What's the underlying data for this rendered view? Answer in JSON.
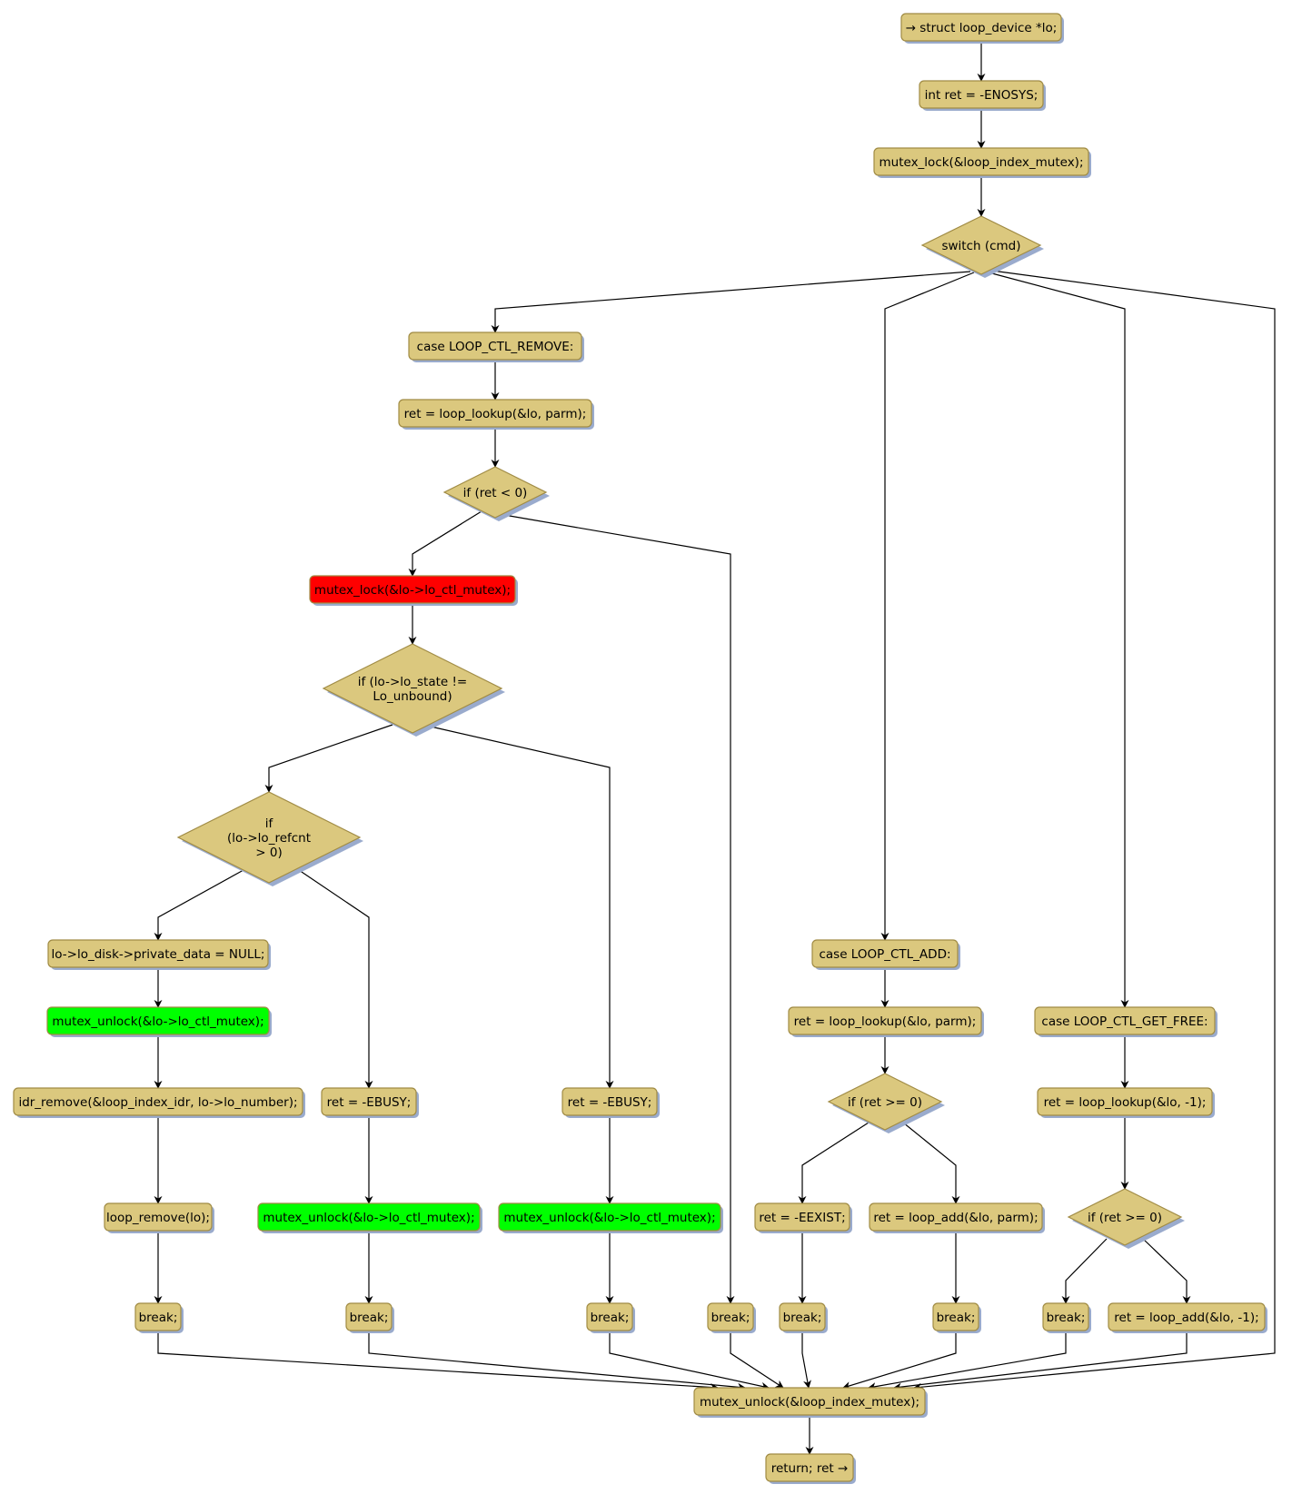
{
  "diagram": {
    "colors": {
      "fill": "#dbc87e",
      "stroke": "#a08b44",
      "shadow": "#9aabcd",
      "red": "#ff0000",
      "green": "#00ff00",
      "edge": "#000000"
    },
    "nodes": {
      "start": "→ struct loop_device *lo;",
      "init_ret": "int ret = -ENOSYS;",
      "lock_index": "mutex_lock(&loop_index_mutex);",
      "switch": "switch (cmd)",
      "case_remove": "case LOOP_CTL_REMOVE:",
      "remove_lookup": "ret = loop_lookup(&lo, parm);",
      "if_ret_lt0": "if (ret < 0)",
      "lock_ctl": "mutex_lock(&lo->lo_ctl_mutex);",
      "if_state_l1": "if (lo->lo_state !=",
      "if_state_l2": "Lo_unbound)",
      "if_refcnt_l1": "if",
      "if_refcnt_l2": "(lo->lo_refcnt",
      "if_refcnt_l3": "> 0)",
      "private_null": "lo->lo_disk->private_data = NULL;",
      "unlock_ctl_1": "mutex_unlock(&lo->lo_ctl_mutex);",
      "idr_remove": "idr_remove(&loop_index_idr, lo->lo_number);",
      "ebusy_1": "ret = -EBUSY;",
      "ebusy_2": "ret = -EBUSY;",
      "loop_remove": "loop_remove(lo);",
      "unlock_ctl_2": "mutex_unlock(&lo->lo_ctl_mutex);",
      "unlock_ctl_3": "mutex_unlock(&lo->lo_ctl_mutex);",
      "break_1": "break;",
      "break_2": "break;",
      "break_3": "break;",
      "break_4": "break;",
      "case_add": "case LOOP_CTL_ADD:",
      "add_lookup": "ret = loop_lookup(&lo, parm);",
      "if_add_ge0": "if (ret >= 0)",
      "eexist": "ret = -EEXIST;",
      "add_parm": "ret = loop_add(&lo, parm);",
      "break_5": "break;",
      "break_6": "break;",
      "case_get_free": "case LOOP_CTL_GET_FREE:",
      "free_lookup": "ret = loop_lookup(&lo, -1);",
      "if_free_ge0": "if (ret >= 0)",
      "break_7": "break;",
      "add_minus1": "ret = loop_add(&lo, -1);",
      "unlock_index": "mutex_unlock(&loop_index_mutex);",
      "return": "return; ret →"
    }
  }
}
